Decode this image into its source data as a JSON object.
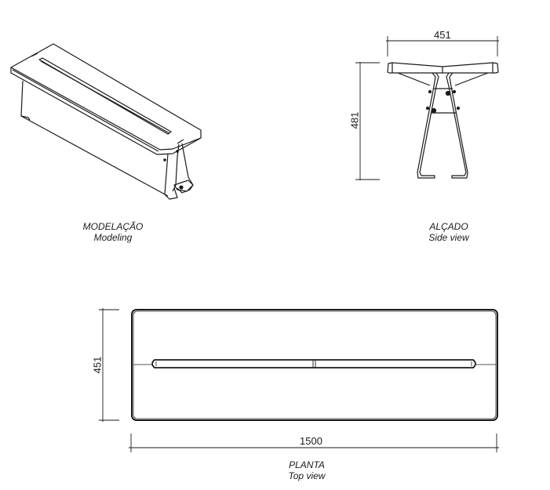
{
  "views": {
    "modeling": {
      "title": "MODELAÇÃO",
      "subtitle": "Modeling"
    },
    "side": {
      "title": "ALÇADO",
      "subtitle": "Side view",
      "dim_width": "451",
      "dim_height": "481"
    },
    "top": {
      "title": "PLANTA",
      "subtitle": "Top view",
      "dim_length": "1500",
      "dim_width": "451"
    }
  },
  "colors": {
    "line": "#1a1a1a",
    "background": "#ffffff"
  }
}
